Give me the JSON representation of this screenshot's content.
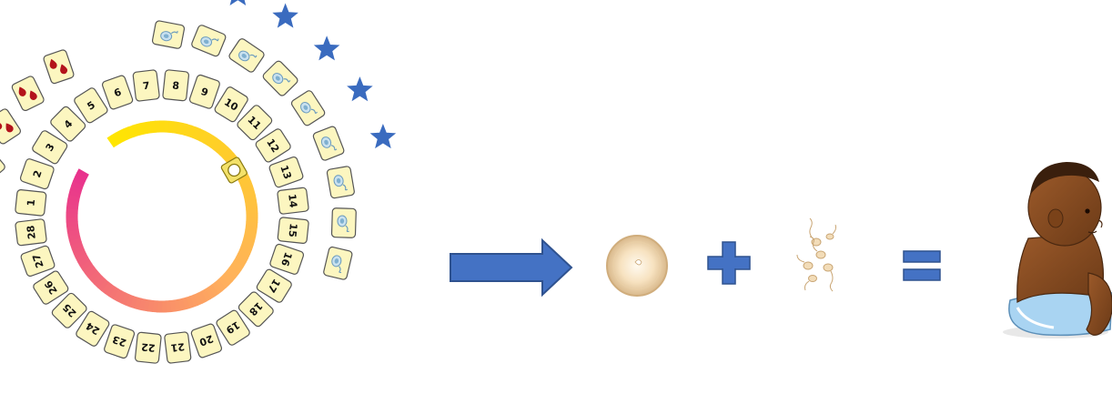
{
  "cycle": {
    "days": [
      "1",
      "2",
      "3",
      "4",
      "5",
      "6",
      "7",
      "8",
      "9",
      "10",
      "11",
      "12",
      "13",
      "14",
      "15",
      "16",
      "17",
      "18",
      "19",
      "20",
      "21",
      "22",
      "23",
      "24",
      "25",
      "26",
      "27",
      "28"
    ],
    "menstruation_day_count": 5,
    "fertile_days": [
      "8",
      "9",
      "10",
      "11",
      "12",
      "13",
      "14",
      "15",
      "16"
    ],
    "ovulation_day": "13",
    "arc_colors": {
      "start": "#ffe600",
      "middle": "#ffb15c",
      "end": "#e8308e"
    }
  },
  "equation": {
    "egg": "egg-cell",
    "plus": "+",
    "sperm": "sperm-cells",
    "equals": "=",
    "result": "baby"
  },
  "colors": {
    "card_fill": "#fcf6c0",
    "card_stroke": "#555555",
    "blood": "#b3131b",
    "star": "#3a6bbf",
    "arrow": "#4472c4",
    "sperm_icon": "#9fc5de"
  },
  "icons": [
    "blood-drop-icon",
    "sperm-icon",
    "star-icon",
    "egg-icon",
    "sun-icon"
  ]
}
